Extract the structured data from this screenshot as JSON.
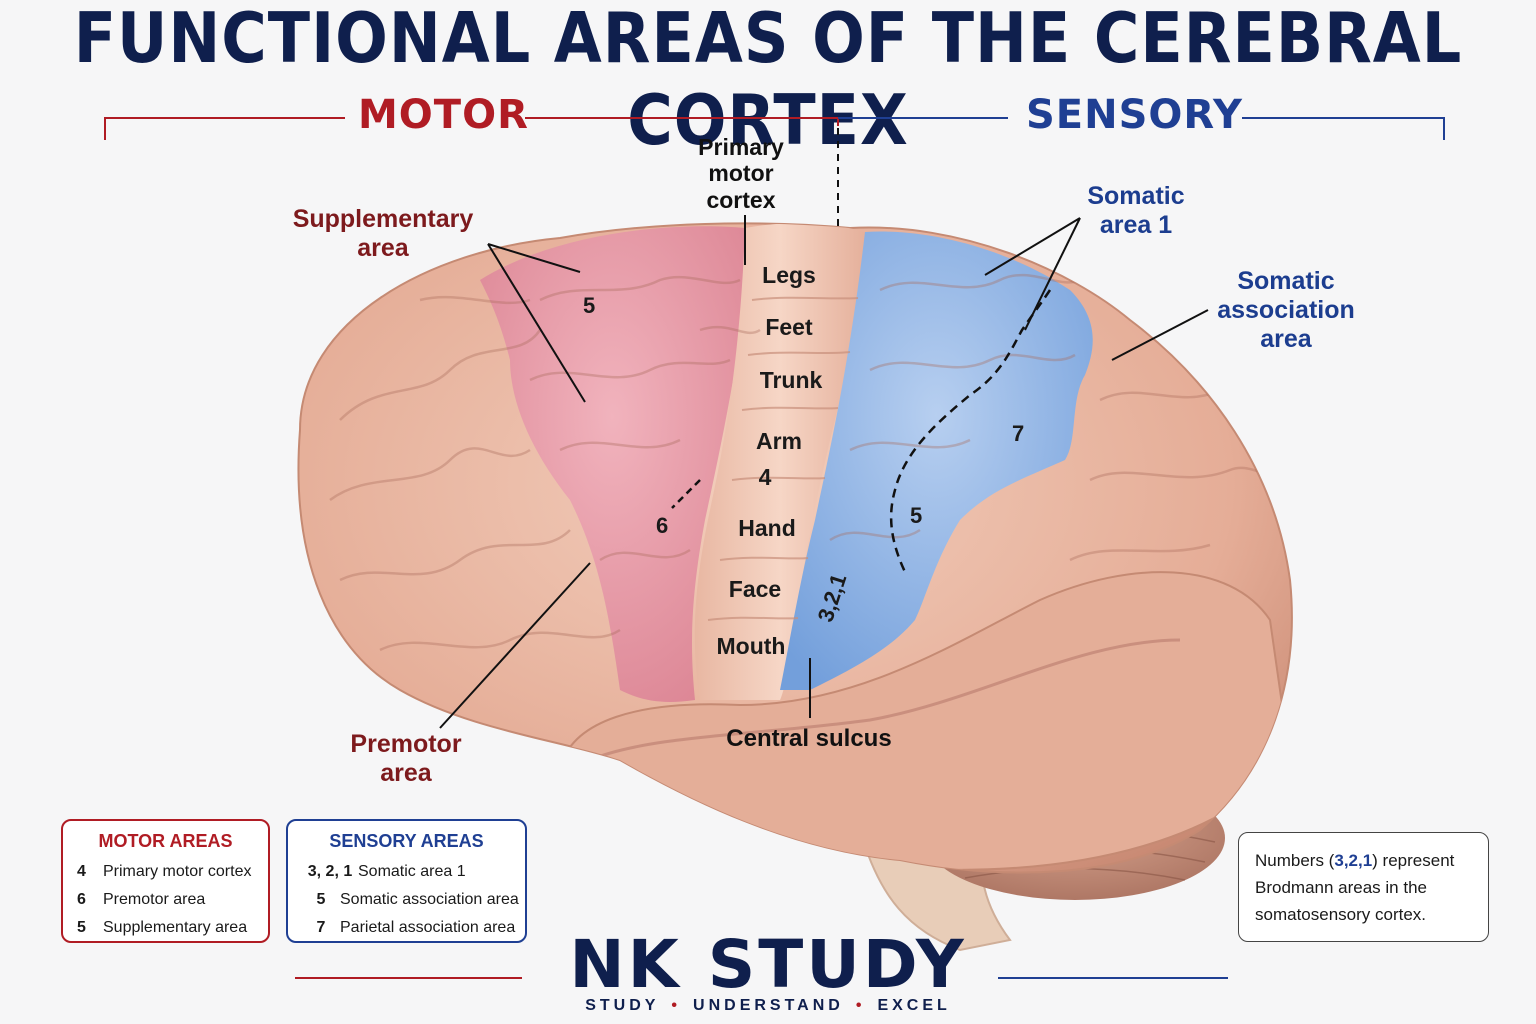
{
  "title": "FUNCTIONAL AREAS OF THE CEREBRAL CORTEX",
  "sections": {
    "motor": "MOTOR",
    "sensory": "SENSORY"
  },
  "colors": {
    "motor": "#b01c24",
    "sensory": "#1f3f93",
    "brain_tissue": "#e9b8a3",
    "motor_region": "#e79aa6",
    "sensory_region": "#8fb5e6",
    "navy": "#0f1f4d"
  },
  "labels": {
    "primary_motor_cortex": [
      "Primary",
      "motor",
      "cortex"
    ],
    "supplementary_area": [
      "Supplementary",
      "area"
    ],
    "premotor_area": [
      "Premotor",
      "area"
    ],
    "somatic_area_1": [
      "Somatic",
      "area 1"
    ],
    "somatic_association_area": [
      "Somatic",
      "association",
      "area"
    ],
    "central_sulcus": "Central sulcus"
  },
  "body_map": [
    "Legs",
    "Feet",
    "Trunk",
    "Arm",
    "4",
    "Hand",
    "Face",
    "Mouth"
  ],
  "region_numbers": {
    "supplementary": "5",
    "premotor": "6",
    "somatic": "3,2,1",
    "association": "5",
    "parietal": "7"
  },
  "legend_motor": {
    "title": "MOTOR AREAS",
    "rows": [
      {
        "code": "4",
        "text": "Primary motor cortex"
      },
      {
        "code": "6",
        "text": "Premotor area"
      },
      {
        "code": "5",
        "text": "Supplementary area"
      }
    ]
  },
  "legend_sensory": {
    "title": "SENSORY AREAS",
    "rows": [
      {
        "code": "3, 2, 1",
        "text": "Somatic area 1"
      },
      {
        "code": "5",
        "text": "Somatic association area"
      },
      {
        "code": "7",
        "text": "Parietal association area"
      }
    ]
  },
  "note": {
    "before": "Numbers (",
    "highlight": "3,2,1",
    "after": ") represent Brodmann areas in the somatosensory cortex."
  },
  "brand": {
    "name": "NK STUDY",
    "tagline": [
      "STUDY",
      "UNDERSTAND",
      "EXCEL"
    ]
  }
}
